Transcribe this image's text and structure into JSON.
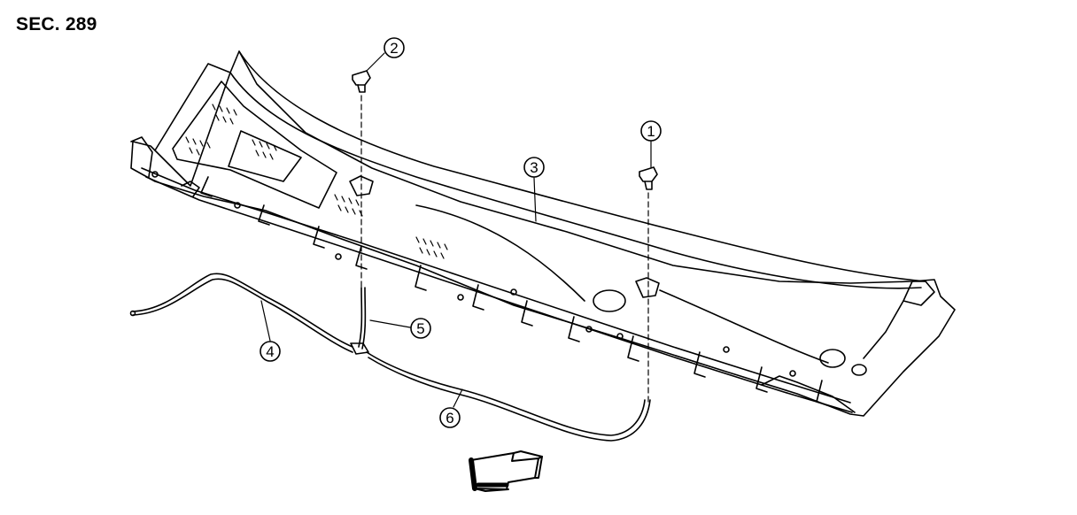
{
  "section": {
    "label": "SEC. 289"
  },
  "callouts": [
    {
      "id": "c1",
      "number": "1"
    },
    {
      "id": "c2",
      "number": "2"
    },
    {
      "id": "c3",
      "number": "3"
    },
    {
      "id": "c4",
      "number": "4"
    },
    {
      "id": "c5",
      "number": "5"
    },
    {
      "id": "c6",
      "number": "6"
    }
  ],
  "colors": {
    "ink": "#000000",
    "paper": "#ffffff"
  },
  "icons": {
    "front_indicator": "front-arrow-icon"
  }
}
